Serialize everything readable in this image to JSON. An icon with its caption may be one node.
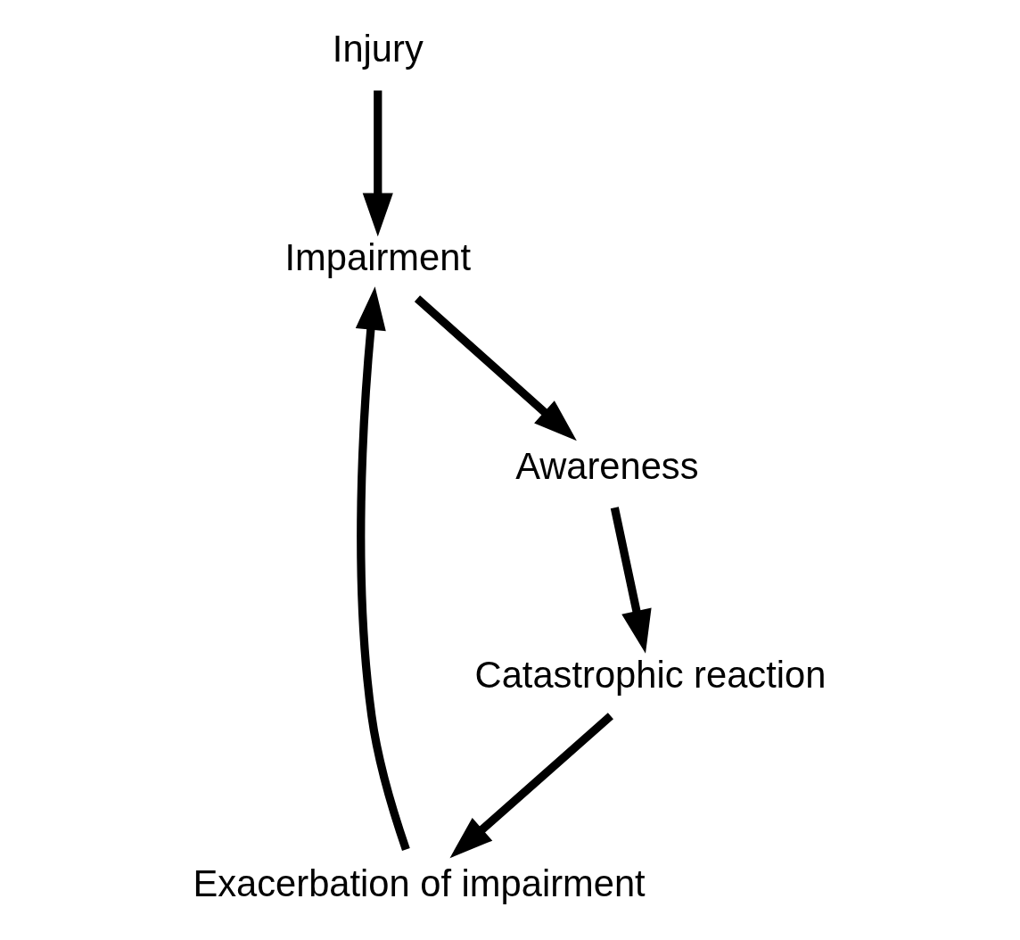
{
  "diagram": {
    "nodes": [
      {
        "text": [
          "Injury"
        ]
      },
      {
        "text": [
          "Exacerbation of impairment"
        ]
      },
      {
        "text": [
          "Impairment"
        ]
      },
      {
        "text": [
          "Catastrophic reaction"
        ]
      },
      {
        "text": [
          "Awareness"
        ]
      }
    ],
    "edges": [
      {
        "from": 0,
        "to": 2,
        "arrow": "to"
      },
      {
        "from": 1,
        "to": 2,
        "arrow": "to"
      },
      {
        "from": 2,
        "to": 4,
        "arrow": "to"
      },
      {
        "from": 4,
        "to": 3,
        "arrow": "to"
      },
      {
        "from": 3,
        "to": 1,
        "arrow": "to"
      }
    ]
  }
}
